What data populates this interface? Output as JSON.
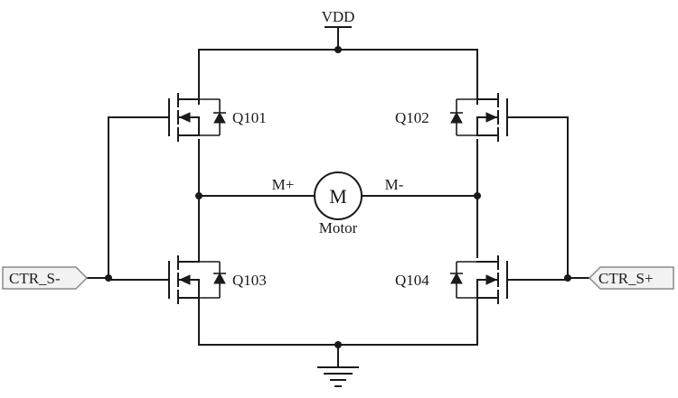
{
  "supply": {
    "label": "VDD"
  },
  "nodes": {
    "m_plus": "M+",
    "m_minus": "M-"
  },
  "motor": {
    "symbol": "M",
    "label": "Motor"
  },
  "transistors": {
    "q101": "Q101",
    "q102": "Q102",
    "q103": "Q103",
    "q104": "Q104"
  },
  "ports": {
    "left": "CTR_S-",
    "right": "CTR_S+"
  }
}
